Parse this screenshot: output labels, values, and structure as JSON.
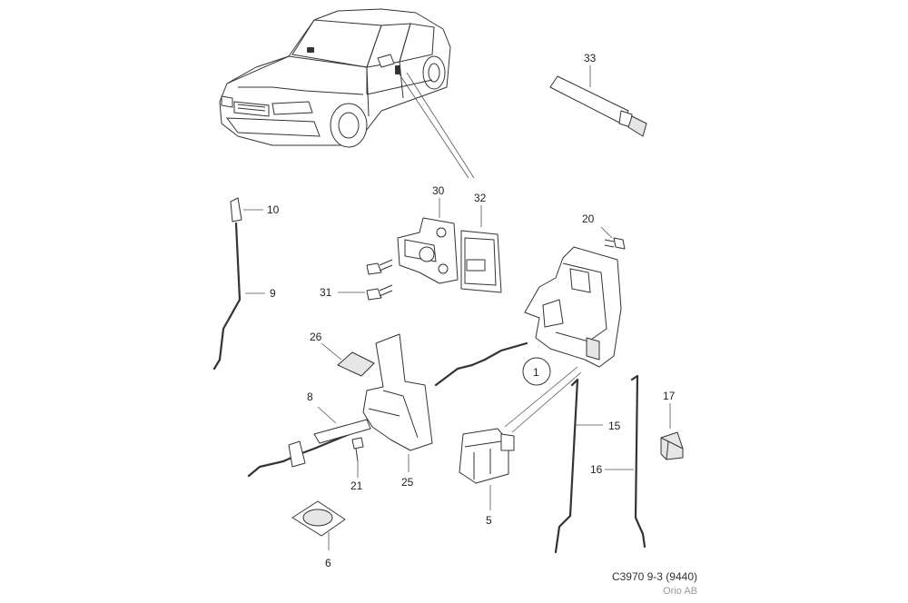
{
  "diagram": {
    "code": "C3970 9-3 (9440)",
    "copyright": "Orio AB"
  },
  "callouts": {
    "p1": "1",
    "p5": "5",
    "p6": "6",
    "p8": "8",
    "p9": "9",
    "p10": "10",
    "p15": "15",
    "p16": "16",
    "p17": "17",
    "p20": "20",
    "p21": "21",
    "p25": "25",
    "p26": "26",
    "p30": "30",
    "p31": "31",
    "p32": "32",
    "p33": "33"
  }
}
